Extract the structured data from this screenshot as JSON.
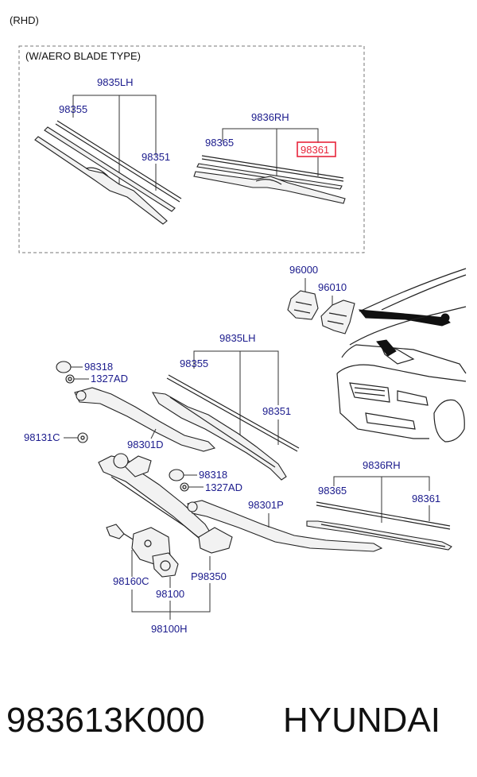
{
  "header": {
    "variant": "(RHD)",
    "aero_box_title": "(W/AERO BLADE TYPE)"
  },
  "aero": {
    "lh_assy": "9835LH",
    "lh_insert": "98355",
    "lh_blade": "98351",
    "rh_assy": "9836RH",
    "rh_insert": "98365",
    "rh_blade": "98361"
  },
  "main": {
    "motor_bracket": "96000",
    "motor_cover": "96010",
    "cap_left": "98318",
    "nut_left": "1327AD",
    "nut_pivot": "98131C",
    "arm_left": "98301D",
    "lh_assy": "9835LH",
    "lh_insert": "98355",
    "lh_blade": "98351",
    "cap_right": "98318",
    "nut_right": "1327AD",
    "arm_right": "98301P",
    "rh_assy": "9836RH",
    "rh_insert": "98365",
    "rh_blade": "98361",
    "motor_connector": "98160C",
    "linkage": "P98350",
    "motor": "98100",
    "motor_assy": "98100H"
  },
  "footer": {
    "part_number": "983613K000",
    "brand": "HYUNDAI"
  },
  "highlight": {
    "color": "#e8253b"
  }
}
